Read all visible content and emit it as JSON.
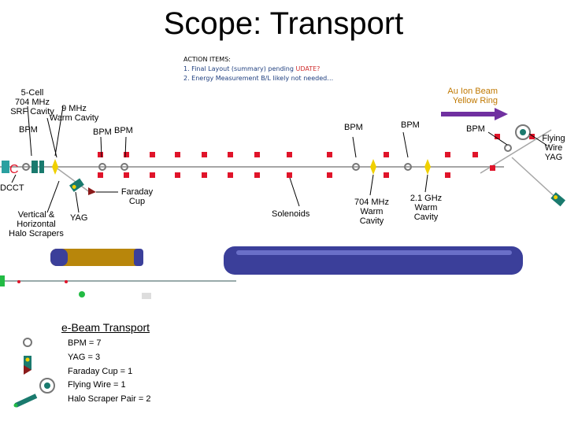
{
  "title": "Scope: Transport",
  "action_items": {
    "header": "ACTION ITEMS:",
    "item1_prefix": "1.  Final Layout (summary) pending ",
    "item1_flag": "UDATE?",
    "item2_prefix": "2.  Energy Measurement B/L likely not needed…"
  },
  "labels": {
    "five_cell": "5-Cell",
    "mhz704": "704 MHz",
    "srf_cavity": "SRF Cavity",
    "mhz9": "9 MHz",
    "warm_cavity": "Warm Cavity",
    "bpm1": "BPM",
    "bpm2": "BPM",
    "bpm3": "BPM",
    "bpm4": "BPM",
    "bpm5": "BPM",
    "bpm6": "BPM",
    "au_line1": "Au Ion Beam",
    "au_line2": "Yellow Ring",
    "dcct": "DCCT",
    "faraday_cup_1": "Faraday",
    "faraday_cup_2": "Cup",
    "vh_1": "Vertical &",
    "vh_2": "Horizontal",
    "vh_3": "Halo Scrapers",
    "yag": "YAG",
    "solenoids": "Solenoids",
    "warm704_1": "704 MHz",
    "warm704_2": "Warm",
    "warm704_3": "Cavity",
    "ghz_1": "2.1 GHz",
    "ghz_2": "Warm",
    "ghz_3": "Cavity",
    "flying_1": "Flying",
    "flying_2": "Wire",
    "flying_3": "YAG"
  },
  "legend": {
    "title": "e-Beam Transport",
    "bpm": "BPM = 7",
    "yag": "YAG = 3",
    "faraday": "Faraday Cup = 1",
    "flying": "Flying Wire = 1",
    "halo": "Halo Scraper Pair = 2"
  },
  "colors": {
    "beamline": "#a6a6a6",
    "solenoid_red": "#e0142a",
    "cavity_yellow": "#f0d000",
    "au_arrow": "#7030a0",
    "teal": "#1a7a6e",
    "pipe_blue": "#3b3f9a",
    "gold": "#b8860b"
  }
}
